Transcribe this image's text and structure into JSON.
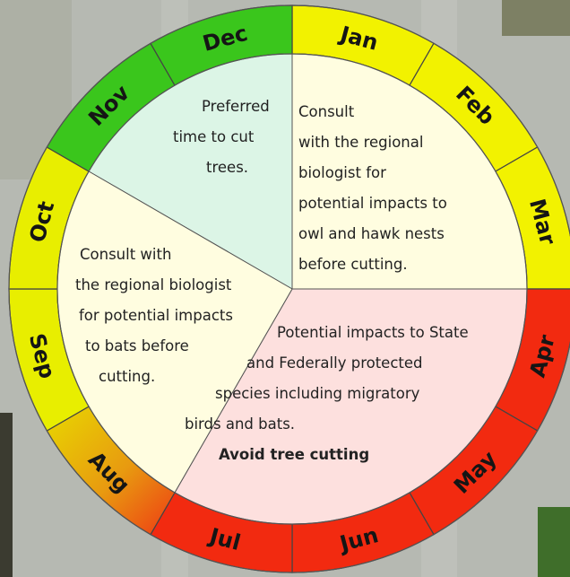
{
  "months": [
    "Jan",
    "Feb",
    "Mar",
    "Apr",
    "May",
    "Jun",
    "Jul",
    "Aug",
    "Sep",
    "Oct",
    "Nov",
    "Dec"
  ],
  "month_colors": {
    "Jan": "#f2f200",
    "Feb": "#f2f200",
    "Mar": "#f2f200",
    "Apr": "#f22a10",
    "May": "#f22a10",
    "Jun": "#f22a10",
    "Jul": "#f22a10",
    "Aug": "#e8c800",
    "Sep": "#e8ee00",
    "Oct": "#e8ee00",
    "Nov": "#3ac61c",
    "Dec": "#3ac61c"
  },
  "sectors": {
    "preferred": {
      "lines": [
        "Preferred",
        "time to cut",
        "trees."
      ],
      "color": "#dcf5e6"
    },
    "spring": {
      "lines": [
        "Consult",
        "with the regional",
        "biologist for",
        "potential impacts to",
        "owl and hawk nests",
        "before cutting."
      ],
      "color": "#fffde0"
    },
    "summer": {
      "lines": [
        "Potential impacts to State",
        "and Federally protected",
        "species including migratory",
        "birds and bats."
      ],
      "emphasis": "Avoid tree cutting",
      "color": "#fde0de"
    },
    "fall": {
      "lines": [
        "Consult with",
        "the regional biologist",
        "for potential impacts",
        "to bats before",
        "cutting."
      ],
      "color": "#fffde0"
    }
  }
}
